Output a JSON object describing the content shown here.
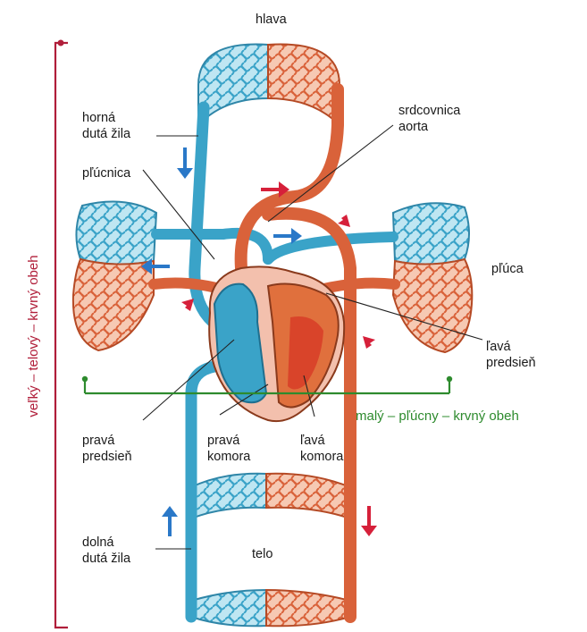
{
  "labels": {
    "head": "hlava",
    "superior_vena_cava": "horná\ndutá žila",
    "pulmonary_artery": "pľúcnica",
    "aorta": "srdcovnica\naorta",
    "lungs": "pľúca",
    "left_atrium": "ľavá\npredsieň",
    "right_atrium": "pravá\npredsieň",
    "right_ventricle": "pravá\nkomora",
    "left_ventricle": "ľavá\nkomora",
    "inferior_vena_cava": "dolná\ndutá žila",
    "body": "telo",
    "pulmonary_circulation": "malý – pľúcny – krvný obeh",
    "systemic_circulation": "veľký – telový – krvný obeh"
  },
  "colors": {
    "deoxygenated": "#3aa3c8",
    "oxygenated": "#d9623a",
    "arrow_red": "#d6203a",
    "arrow_blue": "#2a78c8",
    "pulmonary_bracket": "#2e8b2e",
    "systemic_bracket": "#b01e3a"
  }
}
